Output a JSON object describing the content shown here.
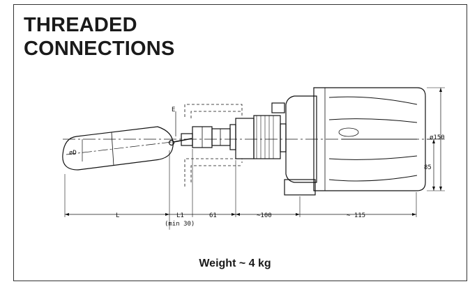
{
  "title_line1": "THREADED",
  "title_line2": "CONNECTIONS",
  "dims": {
    "d": "øD",
    "e": "E",
    "dia150": "ø150",
    "h85": "85",
    "l": "L",
    "l1": "L1",
    "l1_min": "(min 30)",
    "d61": "61",
    "d100": "~100",
    "d115": "~ 115"
  },
  "weight": "Weight ~ 4 kg",
  "colors": {
    "line": "#111111",
    "frame": "#333333"
  }
}
